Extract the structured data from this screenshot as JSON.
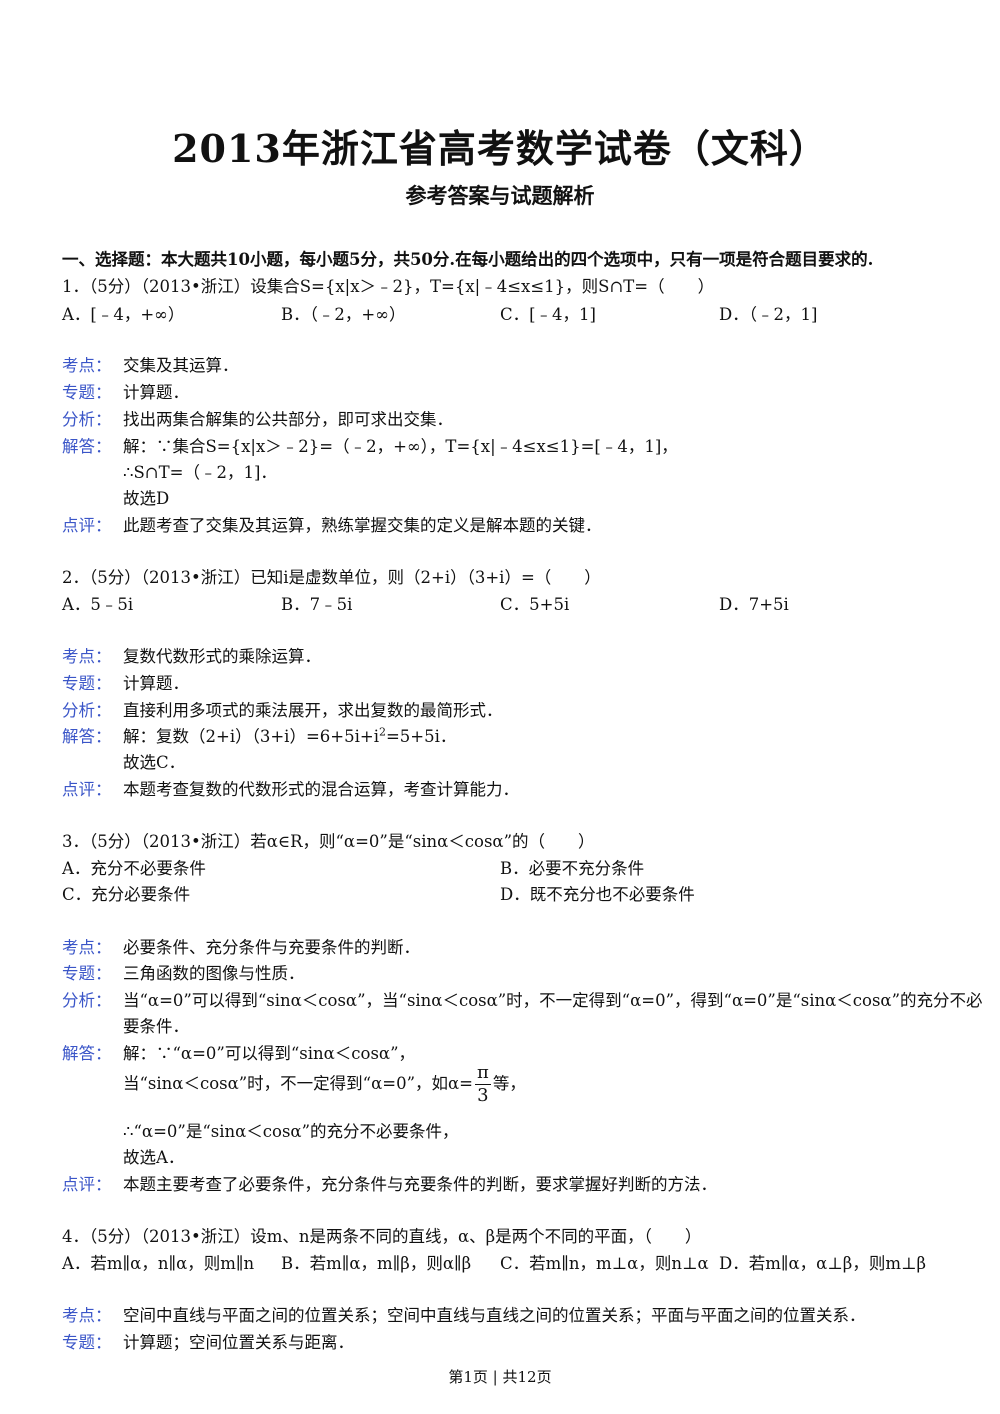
{
  "title": "2013年浙江省高考数学试卷（文科）",
  "subtitle": "参考答案与试题解析",
  "section": "一、选择题：本大题共10小题，每小题5分，共50分.在每小题给出的四个选项中，只有一项是符合题目要求的.",
  "labels": {
    "kaodian": "考点：",
    "zhuanti": "专题：",
    "fenxi": "分析：",
    "jieda": "解答：",
    "dianping": "点评："
  },
  "q1": {
    "stem": "1．（5分）（2013•浙江）设集合S={x|x＞﹣2}，T={x|﹣4≤x≤1}，则S∩T=（　　）",
    "options": [
      "A．[﹣4，+∞）",
      "B．（﹣2，+∞）",
      "C．[﹣4，1]",
      "D．（﹣2，1]"
    ],
    "kaodian": "交集及其运算．",
    "zhuanti": "计算题．",
    "fenxi": "找出两集合解集的公共部分，即可求出交集．",
    "jieda": [
      "解：∵集合S={x|x＞﹣2}=（﹣2，+∞），T={x|﹣4≤x≤1}=[﹣4，1]，",
      "∴S∩T=（﹣2，1]．",
      "故选D"
    ],
    "dianping": "此题考查了交集及其运算，熟练掌握交集的定义是解本题的关键．"
  },
  "q2": {
    "stem": "2．（5分）（2013•浙江）已知i是虚数单位，则（2+i）（3+i）=（　　）",
    "options": [
      "A．5﹣5i",
      "B．7﹣5i",
      "C．5+5i",
      "D．7+5i"
    ],
    "kaodian": "复数代数形式的乘除运算．",
    "zhuanti": "计算题．",
    "fenxi": "直接利用多项式的乘法展开，求出复数的最简形式．",
    "jieda_a": "解：复数（2+i）（3+i）=6+5i+i",
    "jieda_sup": "2",
    "jieda_b": "=5+5i．",
    "jieda2": "故选C．",
    "dianping": "本题考查复数的代数形式的混合运算，考查计算能力．"
  },
  "q3": {
    "stem": "3．（5分）（2013•浙江）若α∈R，则“α=0”是“sinα＜cosα”的（　　）",
    "options": [
      "A．充分不必要条件",
      "B．必要不充分条件",
      "C．充分必要条件",
      "D．既不充分也不必要条件"
    ],
    "kaodian": "必要条件、充分条件与充要条件的判断．",
    "zhuanti": "三角函数的图像与性质．",
    "fenxi1": "当“α=0”可以得到“sinα＜cosα”，当“sinα＜cosα”时，不一定得到“α=0”，得到“α=0”是“sinα＜cosα”的充分不必",
    "fenxi2": "要条件．",
    "jieda1": "解：∵“α=0”可以得到“sinα＜cosα”，",
    "jieda2a": "当“sinα＜cosα”时，不一定得到“α=0”，如α=",
    "frac_num": "π",
    "frac_den": "3",
    "jieda2b": "等，",
    "jieda3": "∴“α=0”是“sinα＜cosα”的充分不必要条件，",
    "jieda4": "故选A．",
    "dianping": "本题主要考查了必要条件，充分条件与充要条件的判断，要求掌握好判断的方法．"
  },
  "q4": {
    "stem": "4．（5分）（2013•浙江）设m、n是两条不同的直线，α、β是两个不同的平面，（　　）",
    "options": [
      "A．若m∥α，n∥α，则m∥n",
      "B．若m∥α，m∥β，则α∥β",
      "C．若m∥n，m⊥α，则n⊥α",
      "D．若m∥α，α⊥β，则m⊥β"
    ],
    "kaodian": "空间中直线与平面之间的位置关系；空间中直线与直线之间的位置关系；平面与平面之间的位置关系．",
    "zhuanti": "计算题；空间位置关系与距离．"
  },
  "footer": "第1页 | 共12页"
}
